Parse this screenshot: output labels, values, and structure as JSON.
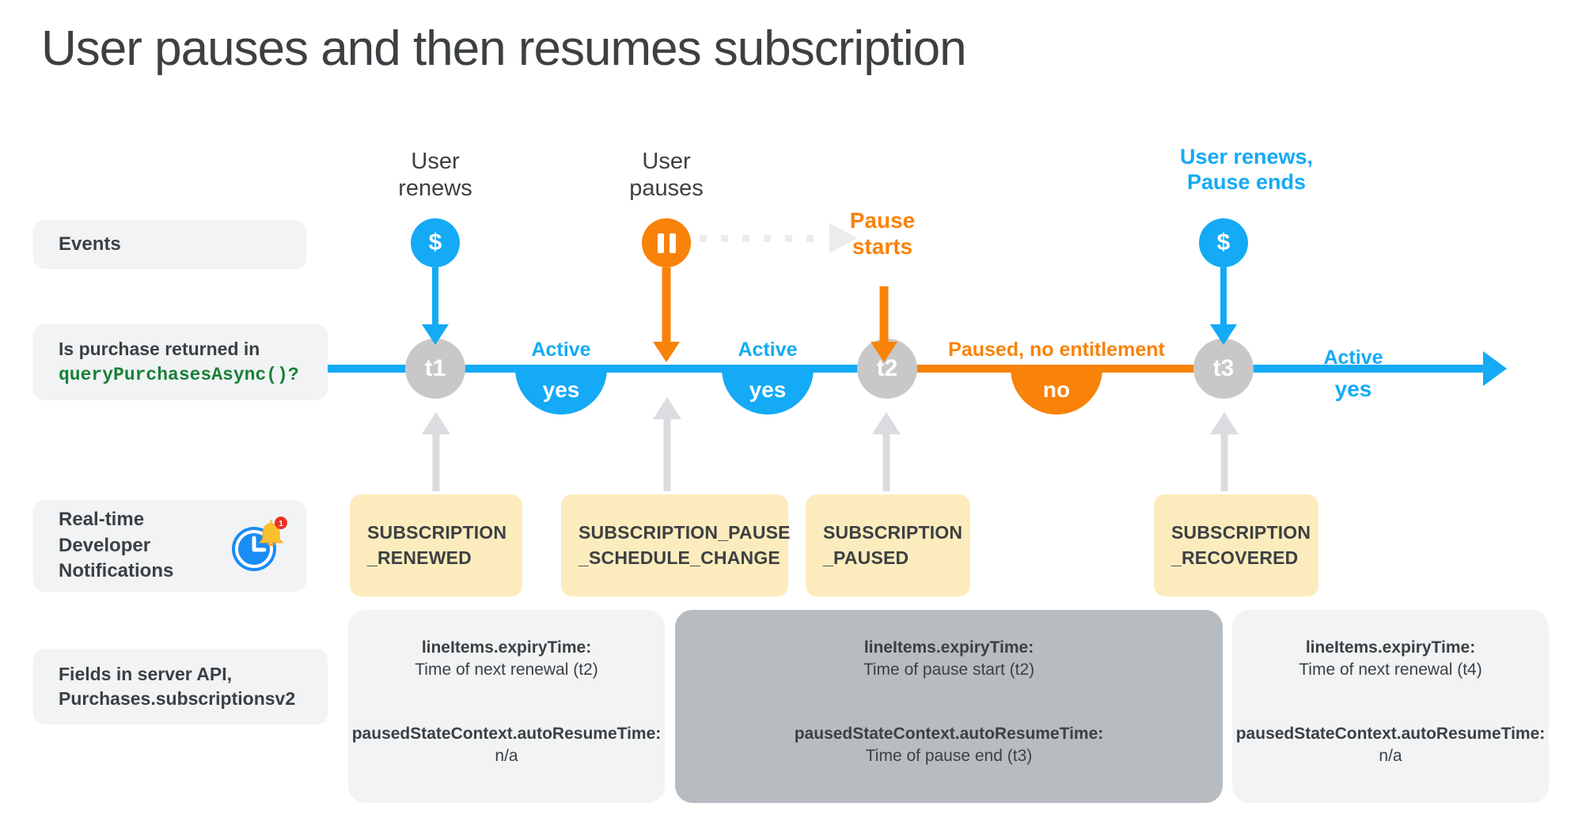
{
  "page": {
    "title": "User pauses and then resumes subscription",
    "bg": "#ffffff",
    "colors": {
      "blue": "#14aaf5",
      "orange": "#f98208",
      "grey_node": "#c8c8c8",
      "grey_arrow": "#dadce0",
      "chip_bg": "#f1f3f4",
      "rtdn_bg": "#fcecbd",
      "card_light": "#f1f3f4",
      "card_dark": "#b6bcc0",
      "green_code": "#188038",
      "text": "#3c4043"
    }
  },
  "rows": {
    "events": {
      "label": "Events"
    },
    "query": {
      "label_line1": "Is purchase returned in",
      "label_code": "queryPurchasesAsync()?"
    },
    "rtdn": {
      "label": "Real-time\nDeveloper\nNotifications",
      "icon": "clock-bell-notification-icon",
      "badge_count": "1"
    },
    "fields": {
      "label_line1": "Fields in server API,",
      "label_line2": "Purchases.subscriptionsv2"
    }
  },
  "events": [
    {
      "id": "user-renews-1",
      "caption": "User\nrenews",
      "style": "grey",
      "badge_glyph": "$",
      "badge_color": "blue"
    },
    {
      "id": "user-pauses",
      "caption": "User\npauses",
      "style": "grey",
      "badge_glyph": "pause",
      "badge_color": "orange"
    },
    {
      "id": "pause-starts",
      "caption": "Pause\nstarts",
      "style": "orange"
    },
    {
      "id": "user-renews-2",
      "caption": "User renews,\nPause ends",
      "style": "blue",
      "badge_glyph": "$",
      "badge_color": "blue"
    }
  ],
  "timeline": {
    "nodes": [
      {
        "id": "t1",
        "label": "t1"
      },
      {
        "id": "t2",
        "label": "t2"
      },
      {
        "id": "t3",
        "label": "t3"
      }
    ],
    "segments": [
      {
        "id": "seg-active-1",
        "state": "Active",
        "answer": "yes",
        "color": "blue"
      },
      {
        "id": "seg-active-2",
        "state": "Active",
        "answer": "yes",
        "color": "blue"
      },
      {
        "id": "seg-paused",
        "state": "Paused, no entitlement",
        "answer": "no",
        "color": "orange"
      },
      {
        "id": "seg-active-3",
        "state": "Active",
        "answer": "yes",
        "color": "blue"
      }
    ]
  },
  "notifications": [
    {
      "id": "rtdn-renewed",
      "text": "SUBSCRIPTION\n_RENEWED"
    },
    {
      "id": "rtdn-pause-schedule-change",
      "text": "SUBSCRIPTION_PAUSE\n_SCHEDULE_CHANGE"
    },
    {
      "id": "rtdn-paused",
      "text": "SUBSCRIPTION\n_PAUSED"
    },
    {
      "id": "rtdn-recovered",
      "text": "SUBSCRIPTION\n_RECOVERED"
    }
  ],
  "field_cards": [
    {
      "id": "card-t1",
      "tone": "light",
      "field1_name": "lineItems.expiryTime:",
      "field1_value": "Time of next renewal (t2)",
      "field2_name": "pausedStateContext.autoResumeTime:",
      "field2_value": "n/a"
    },
    {
      "id": "card-paused",
      "tone": "dark",
      "field1_name": "lineItems.expiryTime:",
      "field1_value": "Time of pause start (t2)",
      "field2_name": "pausedStateContext.autoResumeTime:",
      "field2_value": "Time of pause end (t3)"
    },
    {
      "id": "card-t3",
      "tone": "light",
      "field1_name": "lineItems.expiryTime:",
      "field1_value": "Time of next renewal (t4)",
      "field2_name": "pausedStateContext.autoResumeTime:",
      "field2_value": "n/a"
    }
  ]
}
